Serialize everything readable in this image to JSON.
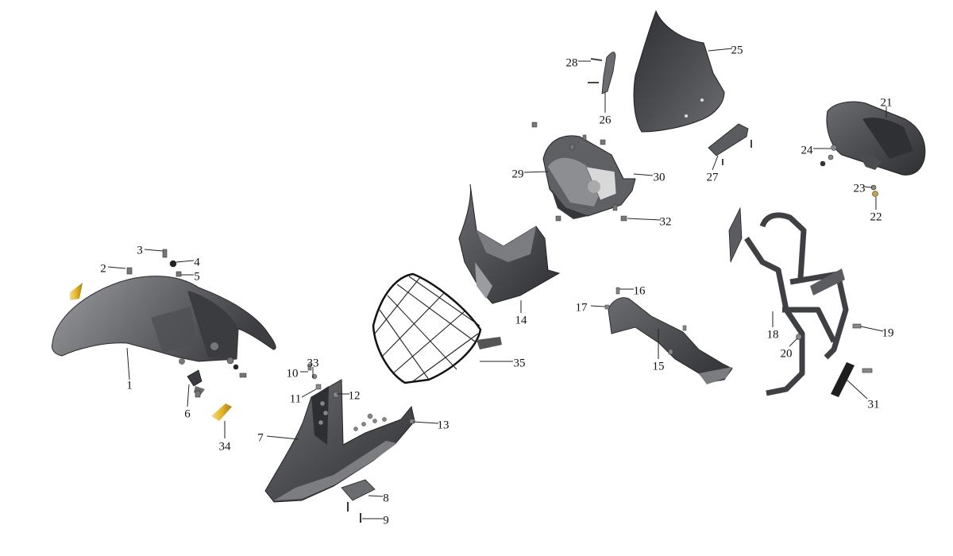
{
  "diagram": {
    "colors": {
      "part_dark": "#3d3f42",
      "part_mid": "#5a5c60",
      "part_light": "#8a8c90",
      "reflector": "#e8c030",
      "leader": "#222222",
      "label": "#111111"
    },
    "callouts": [
      {
        "num": "1",
        "part": "front-fender"
      },
      {
        "num": "2",
        "part": "screw"
      },
      {
        "num": "3",
        "part": "bolt"
      },
      {
        "num": "4",
        "part": "washer"
      },
      {
        "num": "5",
        "part": "nut"
      },
      {
        "num": "6",
        "part": "fender-bracket"
      },
      {
        "num": "7",
        "part": "lower-fairing"
      },
      {
        "num": "8",
        "part": "mounting-plate"
      },
      {
        "num": "9",
        "part": "bolt"
      },
      {
        "num": "10",
        "part": "screw"
      },
      {
        "num": "11",
        "part": "clip"
      },
      {
        "num": "12",
        "part": "clip-nut"
      },
      {
        "num": "13",
        "part": "screw"
      },
      {
        "num": "14",
        "part": "headlight-cover"
      },
      {
        "num": "15",
        "part": "inner-bracket"
      },
      {
        "num": "16",
        "part": "screw"
      },
      {
        "num": "17",
        "part": "clip-nut"
      },
      {
        "num": "18",
        "part": "headlight-frame"
      },
      {
        "num": "19",
        "part": "bolt"
      },
      {
        "num": "20",
        "part": "nut"
      },
      {
        "num": "21",
        "part": "instrument-cluster"
      },
      {
        "num": "22",
        "part": "nut"
      },
      {
        "num": "23",
        "part": "washer"
      },
      {
        "num": "24",
        "part": "rubber-grommet"
      },
      {
        "num": "25",
        "part": "windscreen"
      },
      {
        "num": "26",
        "part": "windscreen-stay"
      },
      {
        "num": "27",
        "part": "windscreen-bracket"
      },
      {
        "num": "28",
        "part": "screw"
      },
      {
        "num": "29",
        "part": "headlight-assembly"
      },
      {
        "num": "30",
        "part": "screw"
      },
      {
        "num": "31",
        "part": "reflector"
      },
      {
        "num": "32",
        "part": "clip-nut"
      },
      {
        "num": "33",
        "part": "screw"
      },
      {
        "num": "34",
        "part": "reflector"
      },
      {
        "num": "35",
        "part": "headlight-grille"
      }
    ]
  }
}
